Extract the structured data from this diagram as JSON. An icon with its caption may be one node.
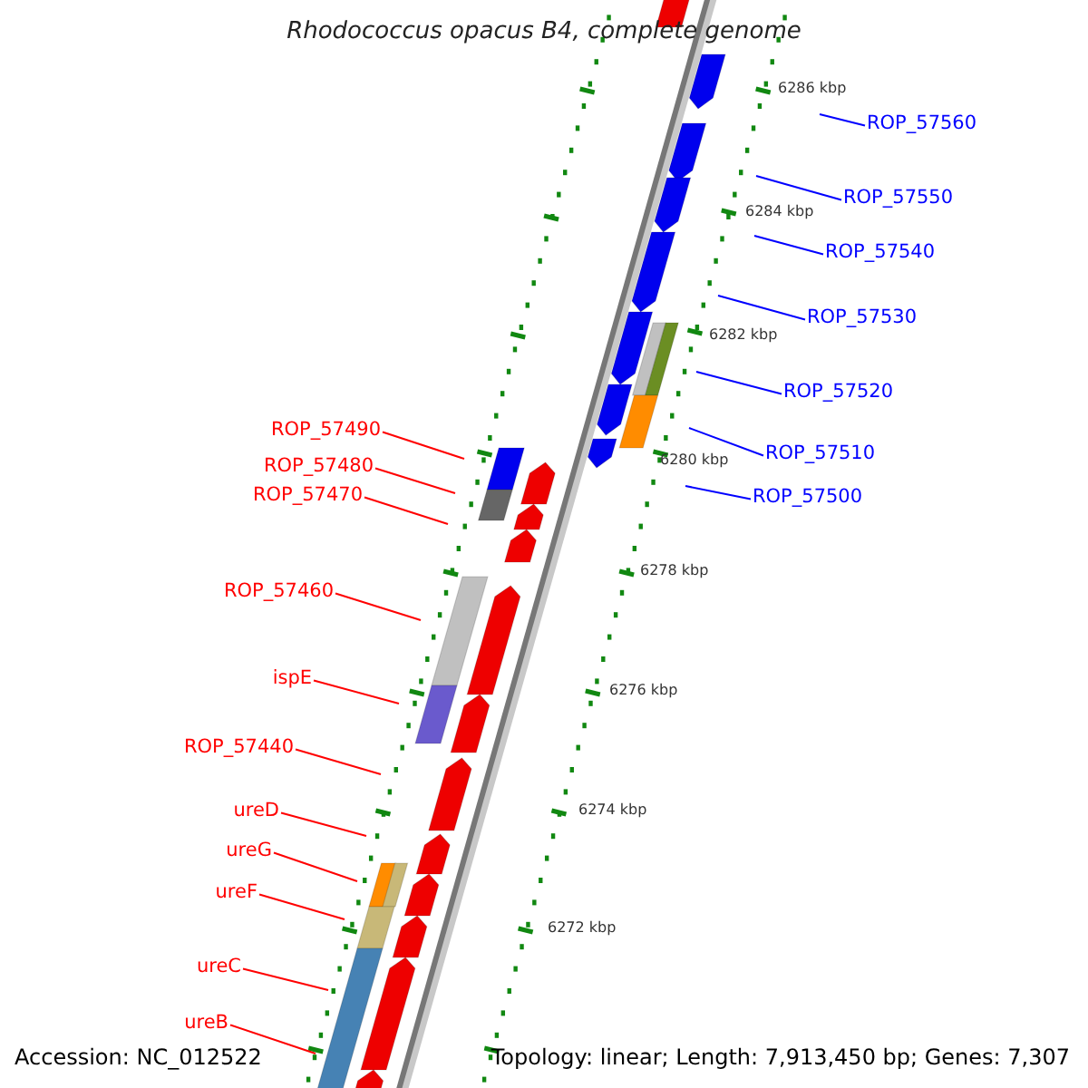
{
  "diagram": {
    "title": "Rhodococcus opacus B4, complete genome",
    "nodes": [
      {
        "text": [
          "ROP_57560"
        ]
      },
      {
        "text": [
          "ROP_57550"
        ]
      },
      {
        "text": [
          "ROP_57540"
        ]
      },
      {
        "text": [
          "ROP_57530"
        ]
      },
      {
        "text": [
          "ROP_57520"
        ]
      },
      {
        "text": [
          "ROP_57510"
        ]
      },
      {
        "text": [
          "ROP_57500"
        ]
      },
      {
        "text": [
          "ROP_57490"
        ]
      },
      {
        "text": [
          "ROP_57480"
        ]
      },
      {
        "text": [
          "ROP_57470"
        ]
      },
      {
        "text": [
          "ROP_57460"
        ]
      },
      {
        "text": [
          "ispE"
        ]
      },
      {
        "text": [
          "ROP_57440"
        ]
      },
      {
        "text": [
          "ureD"
        ]
      },
      {
        "text": [
          "ureG"
        ]
      },
      {
        "text": [
          "ureF"
        ]
      },
      {
        "text": [
          "ureC"
        ]
      },
      {
        "text": [
          "ureB"
        ]
      }
    ],
    "edges": [
      {
        "from": 0,
        "to": null,
        "arrow": "none",
        "color": "#0000ff"
      },
      {
        "from": 1,
        "to": null,
        "arrow": "none",
        "color": "#0000ff"
      },
      {
        "from": 2,
        "to": null,
        "arrow": "none",
        "color": "#0000ff"
      },
      {
        "from": 3,
        "to": null,
        "arrow": "none",
        "color": "#0000ff"
      },
      {
        "from": 4,
        "to": null,
        "arrow": "none",
        "color": "#0000ff"
      },
      {
        "from": 5,
        "to": null,
        "arrow": "none",
        "color": "#0000ff"
      },
      {
        "from": 6,
        "to": null,
        "arrow": "none",
        "color": "#0000ff"
      },
      {
        "from": 7,
        "to": null,
        "arrow": "none"
      },
      {
        "from": 8,
        "to": null,
        "arrow": "none"
      },
      {
        "from": 9,
        "to": null,
        "arrow": "none"
      },
      {
        "from": 10,
        "to": null,
        "arrow": "none"
      },
      {
        "from": 11,
        "to": null,
        "arrow": "none"
      },
      {
        "from": 12,
        "to": null,
        "arrow": "none"
      },
      {
        "from": 13,
        "to": null,
        "arrow": "none"
      },
      {
        "from": 14,
        "to": null,
        "arrow": "none"
      },
      {
        "from": 15,
        "to": null,
        "arrow": "none"
      },
      {
        "from": 16,
        "to": null,
        "arrow": "none"
      },
      {
        "from": 17,
        "to": null,
        "arrow": "none"
      }
    ],
    "labels": [
      "6286 kbp",
      "6284 kbp",
      "6282 kbp",
      "6280 kbp",
      "6278 kbp",
      "6276 kbp",
      "6274 kbp",
      "6272 kbp",
      "Accession: NC_012522",
      "Topology: linear; Length: 7,913,450 bp; Genes: 7,307"
    ]
  }
}
